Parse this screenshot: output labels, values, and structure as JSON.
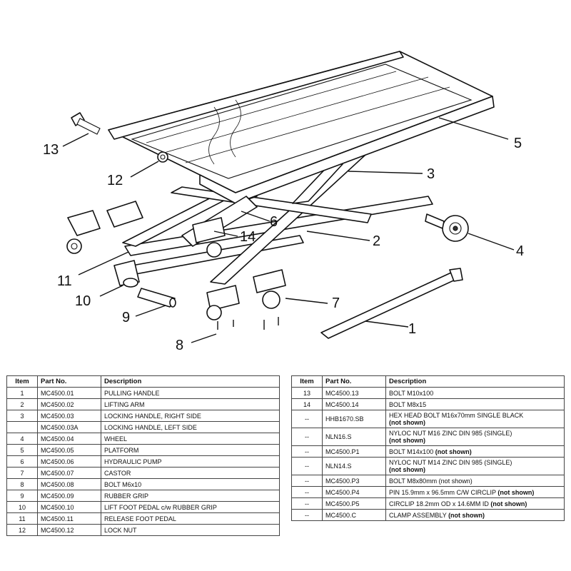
{
  "callouts": {
    "c1": "1",
    "c2": "2",
    "c3": "3",
    "c4": "4",
    "c5": "5",
    "c6": "6",
    "c7": "7",
    "c8": "8",
    "c9": "9",
    "c10": "10",
    "c11": "11",
    "c12": "12",
    "c13": "13",
    "c14": "14"
  },
  "table_left": {
    "headers": {
      "item": "Item",
      "part_no": "Part No.",
      "description": "Description"
    },
    "rows": [
      {
        "item": "1",
        "part_no": "MC4500.01",
        "description": "PULLING HANDLE"
      },
      {
        "item": "2",
        "part_no": "MC4500.02",
        "description": "LIFTING ARM"
      },
      {
        "item": "3",
        "part_no": "MC4500.03",
        "description": "LOCKING HANDLE, RIGHT SIDE"
      },
      {
        "item": "",
        "part_no": "MC4500.03A",
        "description": "LOCKING HANDLE, LEFT SIDE"
      },
      {
        "item": "4",
        "part_no": "MC4500.04",
        "description": "WHEEL"
      },
      {
        "item": "5",
        "part_no": "MC4500.05",
        "description": "PLATFORM"
      },
      {
        "item": "6",
        "part_no": "MC4500.06",
        "description": "HYDRAULIC PUMP"
      },
      {
        "item": "7",
        "part_no": "MC4500.07",
        "description": "CASTOR"
      },
      {
        "item": "8",
        "part_no": "MC4500.08",
        "description": "BOLT M6x10"
      },
      {
        "item": "9",
        "part_no": "MC4500.09",
        "description": "RUBBER GRIP"
      },
      {
        "item": "10",
        "part_no": "MC4500.10",
        "description": "LIFT FOOT PEDAL c/w RUBBER GRIP"
      },
      {
        "item": "11",
        "part_no": "MC4500.11",
        "description": "RELEASE FOOT PEDAL"
      },
      {
        "item": "12",
        "part_no": "MC4500.12",
        "description": "LOCK NUT"
      }
    ]
  },
  "table_right": {
    "headers": {
      "item": "Item",
      "part_no": "Part No.",
      "description": "Description"
    },
    "rows": [
      {
        "item": "13",
        "part_no": "MC4500.13",
        "description": "BOLT M10x100",
        "note": ""
      },
      {
        "item": "14",
        "part_no": "MC4500.14",
        "description": "BOLT M8x15",
        "note": ""
      },
      {
        "item": "--",
        "part_no": "HHB1670.SB",
        "description": "HEX HEAD BOLT M16x70mm SINGLE BLACK",
        "note": "(not shown)",
        "tall": true
      },
      {
        "item": "--",
        "part_no": "NLN16.S",
        "description": "NYLOC NUT M16 ZINC DIN 985 (SINGLE)",
        "note": "(not shown)",
        "tall": true
      },
      {
        "item": "--",
        "part_no": "MC4500.P1",
        "description": "BOLT M14x100",
        "note": "(not shown)"
      },
      {
        "item": "--",
        "part_no": "NLN14.S",
        "description": "NYLOC NUT M14 ZINC DIN 985 (SINGLE)",
        "note": "(not shown)",
        "tall": true
      },
      {
        "item": "--",
        "part_no": "MC4500.P3",
        "description": "BOLT M8x80mm (not shown)",
        "note": ""
      },
      {
        "item": "--",
        "part_no": "MC4500.P4",
        "description": "PIN 15.9mm x 96.5mm C/W CIRCLIP",
        "note": "(not shown)"
      },
      {
        "item": "--",
        "part_no": "MC4500.P5",
        "description": "CIRCLIP 18.2mm OD x 14.6MM ID",
        "note": "(not shown)"
      },
      {
        "item": "--",
        "part_no": "MC4500.C",
        "description": "CLAMP ASSEMBLY",
        "note": "(not shown)"
      }
    ]
  }
}
